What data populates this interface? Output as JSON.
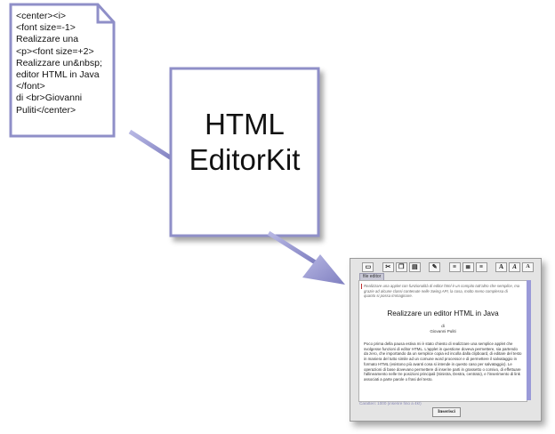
{
  "source_document": {
    "lines": [
      "<center><i>",
      "<font size=-1>",
      "Realizzare una",
      "<p><font size=+2>",
      "Realizzare un&nbsp;",
      "editor HTML in Java",
      "</font>",
      "di <br>Giovanni",
      "Puliti</center>"
    ]
  },
  "center_box": {
    "line1": "HTML",
    "line2": "EditorKit"
  },
  "editor_window": {
    "toolbar": {
      "bold_a": "A",
      "italic_a": "A",
      "small_a": "A"
    },
    "tab_label": "file editor",
    "intro_text": "Realizzare una applet con funzionalità di editor html è un compito tutt'altro che semplice, ma grazie ad alcune classi contenute nelle Swing API, la cosa, molto meno complessa di quanto si possa immaginare.",
    "title": "Realizzare un  editor HTML in Java",
    "by_label": "di",
    "author": "Giovanni Puliti",
    "body_text": "Poco prima della pausa estiva mi è stato chiesto di realizzare una semplice applet che  svolgesse funzioni di editor HTML. L'applet in questione doveva permettere,  sia partendo da zero, che importando da un semplice copia ed incolla dalla clipboard, di editare del testo in maniera del tutto simile ad un comune word processor e di permettere il salvataggio in formato HTML (esistono più avanti cosa si intende in questo caso per salvataggio). Le operazioni di base dovevano permettere di inserire parti in grassetto o corsivo, di effettuare l'allineamento nelle tre posizioni principali (Sinistra, Destra, centrato), e l'inserimento di link associati a parte parole o frasi del testo.",
    "status_text": "Caratteri: 1000 (inserire fino a 4k!)",
    "insert_button": "Inserisci"
  },
  "colors": {
    "accent": "#8f8fc8",
    "arrow": "#8f8fc8",
    "box_fill": "#ffffff"
  }
}
